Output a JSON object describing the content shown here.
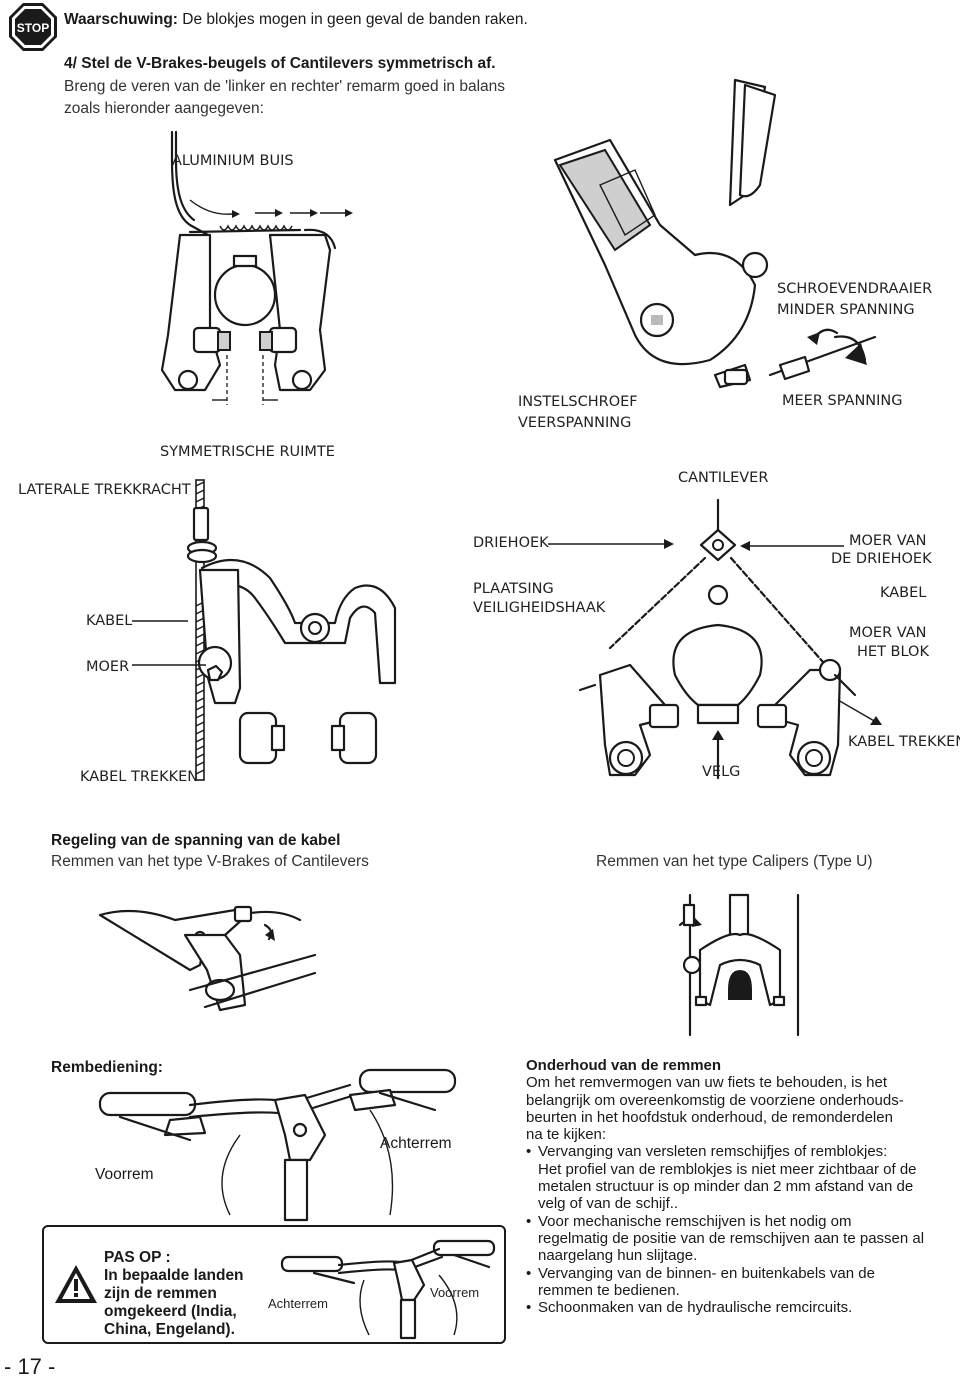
{
  "warning": {
    "badge": "STOP",
    "label": "Waarschuwing:",
    "text": "De blokjes mogen in geen geval de banden raken."
  },
  "step": {
    "title": "4/ Stel de V-Brakes-beugels of Cantilevers symmetrisch af.",
    "line1": "Breng de veren van de 'linker en rechter' remarm goed in balans",
    "line2": "zoals hieronder aangegeven:"
  },
  "labels": {
    "aluminium_buis": "ALUMINIUM BUIS",
    "schroevendraaier1": "SCHROEVENDRAAIER",
    "schroevendraaier2": "MINDER SPANNING",
    "instelschroef1": "INSTELSCHROEF",
    "instelschroef2": "VEERSPANNING",
    "meer_spanning": "MEER SPANNING",
    "symmetrische_ruimte": "SYMMETRISCHE RUIMTE",
    "cantilever": "CANTILEVER",
    "laterale_trekkracht": "LATERALE TREKKRACHT",
    "driehoek": "DRIEHOEK",
    "moer_driehoek1": "MOER VAN",
    "moer_driehoek2": "DE DRIEHOEK",
    "plaatsing1": "PLAATSING",
    "plaatsing2": "VEILIGHEIDSHAAK",
    "kabel_right": "KABEL",
    "kabel_left": "KABEL",
    "moer_blok1": "MOER VAN",
    "moer_blok2": "HET BLOK",
    "moer": "MOER",
    "kabel_trekken_right": "KABEL TREKKEN",
    "kabel_trekken_left": "KABEL TREKKEN",
    "velg": "VELG"
  },
  "tension": {
    "title": "Regeling van de spanning van de kabel",
    "vbrakes": "Remmen van het type V-Brakes of Cantilevers",
    "calipers": "Remmen van het type Calipers (Type U)"
  },
  "controls": {
    "title": "Rembediening:",
    "voorrem": "Voorrem",
    "achterrem": "Achterrem",
    "achterrem_small": "Achterrem",
    "voorrem_small": "Voorrem"
  },
  "caution": {
    "title": "PAS OP :",
    "line1": "In bepaalde landen",
    "line2": "zijn de remmen",
    "line3": "omgekeerd (India,",
    "line4": "China, Engeland)."
  },
  "maintenance": {
    "title": "Onderhoud van de remmen",
    "intro": [
      "Om het remvermogen van uw fiets te behouden, is het",
      "belangrijk om overeenkomstig de voorziene onderhouds-",
      "beurten in het hoofdstuk onderhoud, de remonderdelen",
      "na te kijken:"
    ],
    "bullets": [
      [
        "Vervanging van versleten remschijfjes of remblokjes:",
        "Het profiel van de remblokjes is niet meer zichtbaar of de",
        "metalen structuur is op minder dan 2 mm afstand van de",
        "velg of van de schijf.."
      ],
      [
        "Voor mechanische remschijven is het nodig om",
        "regelmatig de positie van de remschijven aan te passen al",
        "naargelang hun slijtage."
      ],
      [
        "Vervanging van de binnen- en buitenkabels van de",
        "remmen te bedienen."
      ],
      [
        "Schoonmaken van de hydraulische remcircuits."
      ]
    ]
  },
  "page_number": "- 17 -"
}
